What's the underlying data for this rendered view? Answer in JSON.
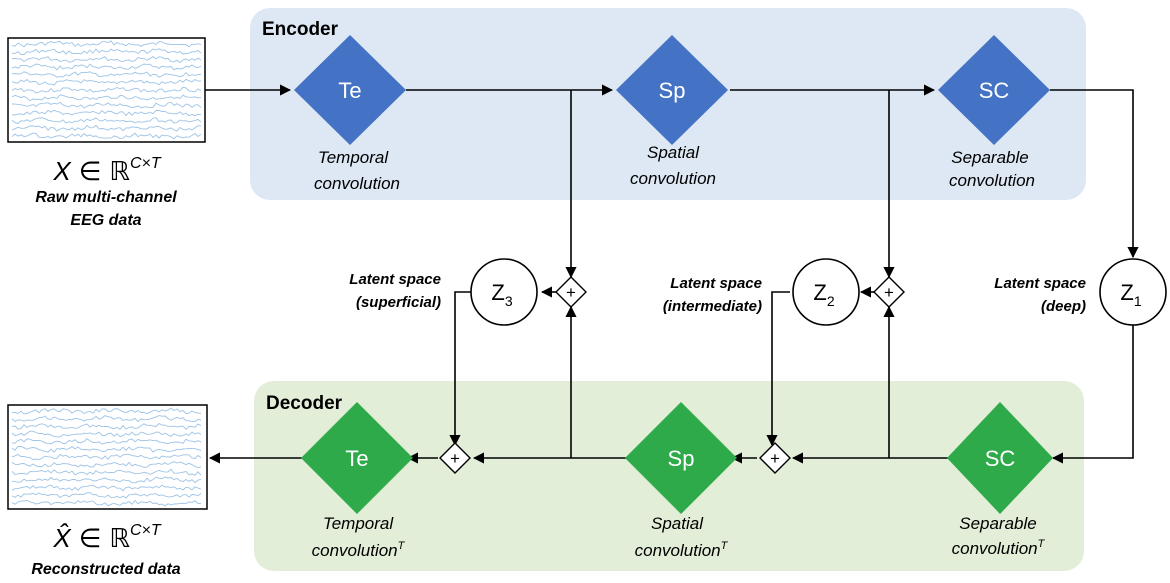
{
  "encoder": {
    "title": "Encoder",
    "blocks": [
      {
        "symbol": "Te",
        "caption1": "Temporal",
        "caption2": "convolution"
      },
      {
        "symbol": "Sp",
        "caption1": "Spatial",
        "caption2": "convolution"
      },
      {
        "symbol": "SC",
        "caption1": "Separable",
        "caption2": "convolution"
      }
    ]
  },
  "decoder": {
    "title": "Decoder",
    "blocks": [
      {
        "symbol": "Te",
        "caption1": "Temporal",
        "caption2": "convolution",
        "sup": "T"
      },
      {
        "symbol": "Sp",
        "caption1": "Spatial",
        "caption2": "convolution",
        "sup": "T"
      },
      {
        "symbol": "SC",
        "caption1": "Separable",
        "caption2": "convolution",
        "sup": "T"
      }
    ]
  },
  "latents": [
    {
      "symbol": "Z",
      "sub": "3",
      "label1": "Latent space",
      "label2": "(superficial)"
    },
    {
      "symbol": "Z",
      "sub": "2",
      "label1": "Latent space",
      "label2": "(intermediate)"
    },
    {
      "symbol": "Z",
      "sub": "1",
      "label1": "Latent space",
      "label2": "(deep)"
    }
  ],
  "sum_symbol": "+",
  "input": {
    "formula_var": "X",
    "formula_in": "∈",
    "formula_set": "ℝ",
    "formula_sup": "C×T",
    "caption1": "Raw multi-channel",
    "caption2": "EEG data"
  },
  "output": {
    "formula_var": "X̂",
    "formula_in": "∈",
    "formula_set": "ℝ",
    "formula_sup": "C×T",
    "caption1": "Reconstructed data"
  },
  "colors": {
    "encoder_bg": "#dde8f4",
    "decoder_bg": "#e2eed8",
    "encoder_block": "#4472c4",
    "decoder_block": "#2eaa4a",
    "eeg_trace": "#9dc3e6"
  }
}
